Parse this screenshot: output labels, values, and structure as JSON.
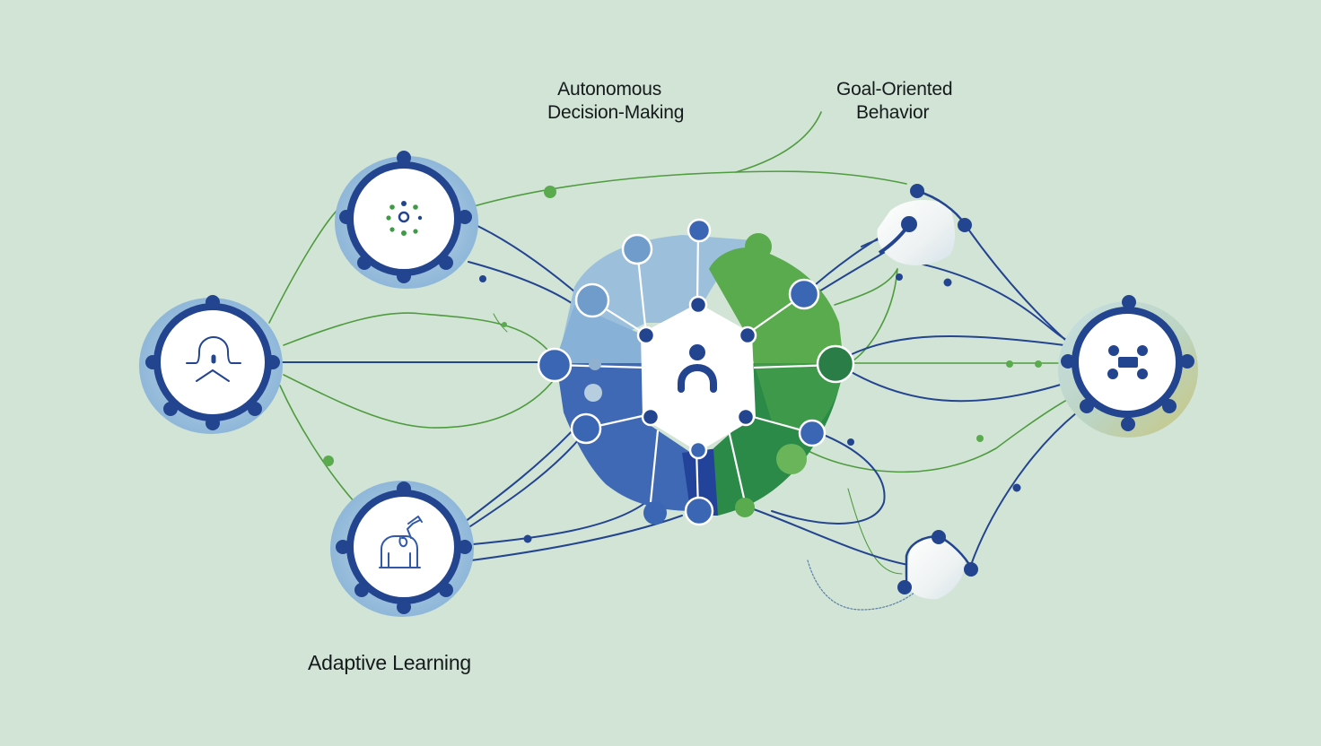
{
  "diagram": {
    "title": "Agentic AI characteristics network",
    "labels": {
      "autonomous": [
        "Autonomous",
        "Decision-Making"
      ],
      "goal": [
        "Goal-Oriented",
        "Behavior"
      ],
      "adaptive": "Adaptive Learning"
    },
    "colors": {
      "background": "#d2e4d6",
      "navy": "#24489a",
      "blue": "#3b66b3",
      "light_blue": "#9ec1dc",
      "mid_blue": "#6f9ccb",
      "green": "#5aab4e",
      "dark_green": "#2a7d46",
      "line_green": "#4f9c3f",
      "text": "#151a1c"
    },
    "nodes": [
      {
        "id": "hub",
        "icon": "person-icon",
        "role": "central agent"
      },
      {
        "id": "top-left",
        "icon": "network-burst-icon"
      },
      {
        "id": "left",
        "icon": "signal-wave-icon"
      },
      {
        "id": "bottom-left",
        "icon": "elephant-learning-icon"
      },
      {
        "id": "right",
        "icon": "connected-nodes-icon"
      },
      {
        "id": "top-right",
        "icon": "cube-node-icon"
      },
      {
        "id": "bottom-right",
        "icon": "cube-node-icon"
      }
    ]
  }
}
